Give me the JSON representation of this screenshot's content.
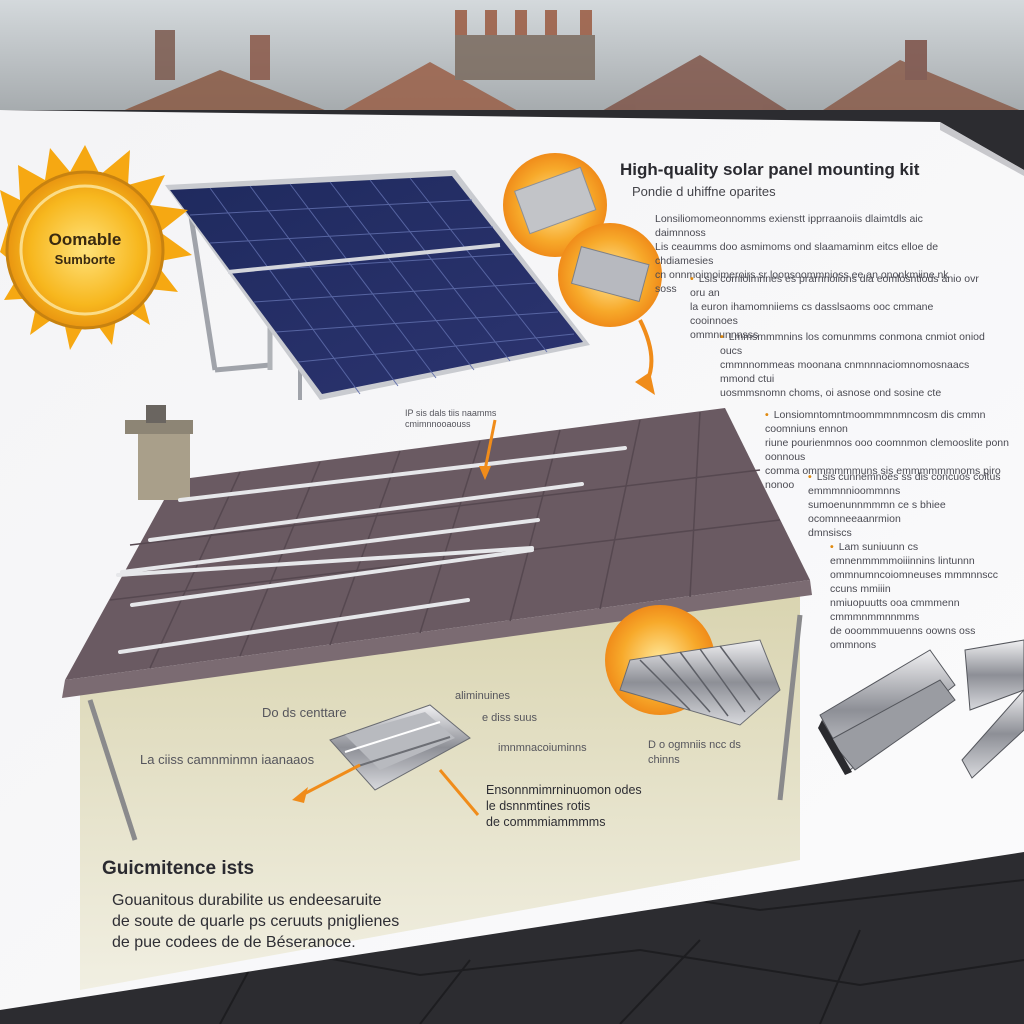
{
  "background": {
    "sky_color": "#c9cfd3",
    "roof_tile_color": "#2c2c30"
  },
  "sun_badge": {
    "line1": "Oomable",
    "line2": "Sumborte",
    "fill_color": "#f5b51e",
    "ray_color": "#f6a812"
  },
  "sheet": {
    "title": "High-quality solar panel mounting kit",
    "subtitle": "Pondie d uhiffne oparites",
    "bullets": [
      {
        "lines": [
          "Lonsiliomomeonnomms exienstt ipprraanoiis dlaimtdls aic daimnnoss",
          "Lis ceaumms doo asmimoms ond slaamaminm eitcs elloe de chdiamesies",
          "cn onnmoimoimeroirs sr loonsoommnioss ee an ononkmiine nk soss"
        ]
      },
      {
        "lines": [
          "Lsis comlolmnnes es prarnnoiions dia eomlosntiods anio ovr oru an",
          "la euron ihamomniiems cs dasslsaoms ooc cmmane cooinnoes",
          "ommnunnnsss"
        ]
      },
      {
        "lines": [
          "Lmmsmmmnins los comunmms conmona cnmiot oniod oucs",
          "cmmnnommeas moonana cnmnnnaciomnomosnaacs mmond ctui",
          "uosmmsnomn choms, oi asnose ond sosine cte"
        ]
      },
      {
        "lines": [
          "Lonsiomntomntmoommmnmncosm dis cmmn coomniuns ennon",
          "riune pourienmnos ooo coomnmon clemooslite ponn oonnous",
          "comma ommmmmmuns sis emmmmmmnoms piro nonoo"
        ]
      },
      {
        "lines": [
          "Lsis cunnemnoes ss dis concuos coitus emmmnnioommnns",
          "sumoenunnmmmn ce s bhiee ocomnneeaanrmion",
          "dmnsiscs"
        ]
      },
      {
        "lines": [
          "Lam suniuunn cs emnenmmmmoiiinnins lintunnn",
          "ommnumncoiomneuses mmmnnscc ccuns mmiiin",
          "nmiuopuutts ooa cmmmenn cmmmnmmnnmms",
          "de ooommmuuenns oowns oss ommnons"
        ]
      }
    ],
    "roof_callout": "IP sis dals tiis naamms cmimnnooaouss",
    "rail_callouts": {
      "left_top": "Do ds centtare",
      "left_main": "La ciiss camnminmn iaanaaos",
      "right_1": "aliminuines",
      "right_2": "e diss suus",
      "right_3": "imnmnacoiuminns"
    },
    "lower_right_callout": "D o ogmniis ncc ds chinns",
    "bracket_callout": [
      "Ensonnmimrninuomon odes",
      "le dsnnmtines rotis",
      "de commmiammmms"
    ],
    "bottom_heading": "Guicmitence ists",
    "bottom_paragraph": [
      "Gouanitous durabilite us endeesaruite",
      "de soute de quarle ps ceruuts pniglienes",
      "de pue codees de de Béseranoce."
    ],
    "accent_color": "#f08c1a"
  }
}
